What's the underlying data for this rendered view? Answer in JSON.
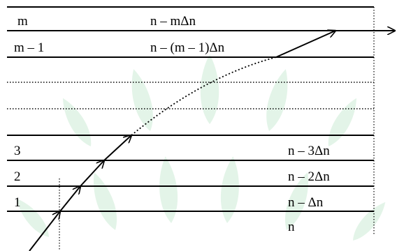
{
  "colors": {
    "line": "#000000",
    "watermark": "#4fb86e",
    "background": "#ffffff"
  },
  "layers": [
    {
      "index": "m",
      "value": "n – mΔn"
    },
    {
      "index": "m – 1",
      "value": "n – (m – 1)Δn"
    },
    {
      "index": "3",
      "value": "n – 3Δn"
    },
    {
      "index": "2",
      "value": "n – 2Δn"
    },
    {
      "index": "1",
      "value": "n – Δn"
    }
  ],
  "base_medium": "n",
  "watermark_icon": "leaf-icon"
}
